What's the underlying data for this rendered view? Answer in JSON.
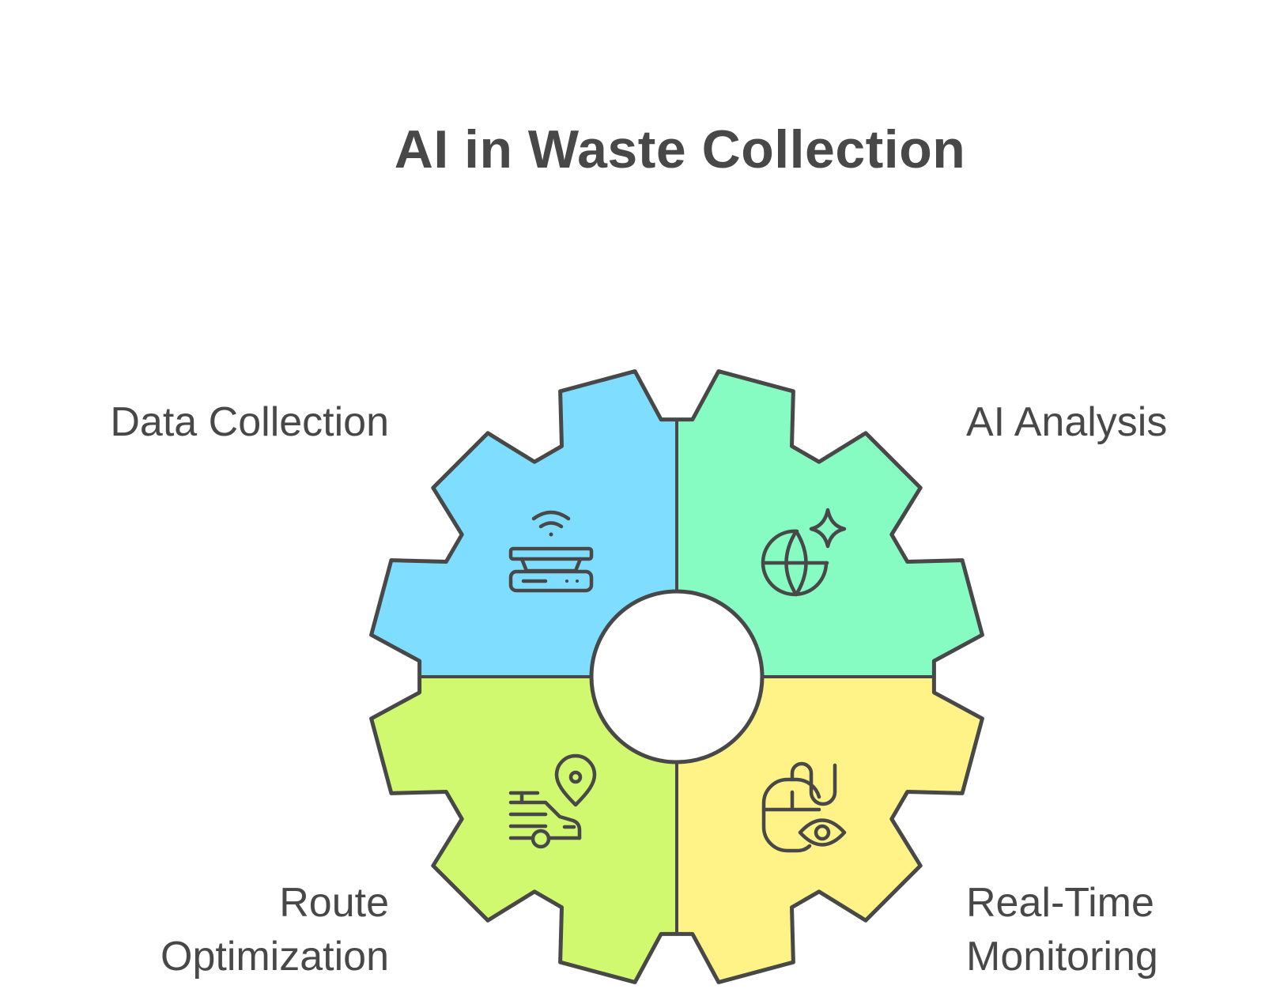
{
  "title": "AI in Waste Collection",
  "segments": [
    {
      "id": "tl",
      "lines": [
        "Data Collection"
      ],
      "color": "#7fdeff",
      "icon": "wifi-scale-icon"
    },
    {
      "id": "tr",
      "lines": [
        "AI Analysis"
      ],
      "color": "#86fbc2",
      "icon": "globe-sparkle-icon"
    },
    {
      "id": "bl",
      "lines": [
        "Route",
        "Optimization"
      ],
      "color": "#d1f970",
      "icon": "truck-location-icon"
    },
    {
      "id": "br",
      "lines": [
        "Real-Time",
        "Monitoring"
      ],
      "color": "#fff287",
      "icon": "mouse-eye-icon"
    }
  ],
  "stroke_color": "#484848"
}
